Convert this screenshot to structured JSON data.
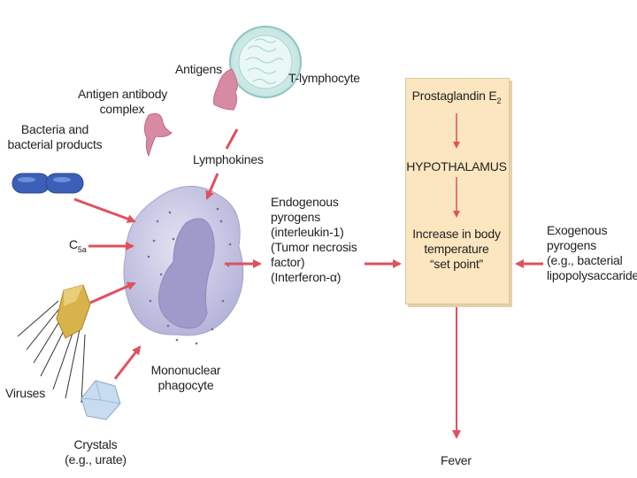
{
  "inputs": {
    "antigens": "Antigens",
    "t_lymphocyte": "T-lymphocyte",
    "antigen_antibody_complex": [
      "Antigen antibody",
      "complex"
    ],
    "bacteria": [
      "Bacteria and",
      "bacterial products"
    ],
    "c5a": "C",
    "c5a_sub": "5a",
    "lymphokines": "Lymphokines",
    "viruses": "Viruses",
    "crystals": [
      "Crystals",
      "(e.g., urate)"
    ]
  },
  "phagocyte": {
    "label": [
      "Mononuclear",
      "phagocyte"
    ]
  },
  "endogenous": [
    "Endogenous",
    "pyrogens",
    "(interleukin-1)",
    "(Tumor necrosis",
    "factor)",
    "(Interferon-α)"
  ],
  "box": {
    "prostaglandin": "Prostaglandin E",
    "prostaglandin_sub": "2",
    "hypothalamus": "HYPOTHALAMUS",
    "increase": [
      "Increase in body",
      "temperature",
      "“set point”"
    ]
  },
  "exogenous": [
    "Exogenous",
    "pyrogens",
    "(e.g., bacterial",
    "lipopolysaccaride)"
  ],
  "outcome": "Fever",
  "colors": {
    "arrow": "#e0505f",
    "box_fill": "#fbe6c0",
    "cell_fill": "#c9c9e3",
    "nucleus_fill": "#a8a6d2"
  }
}
